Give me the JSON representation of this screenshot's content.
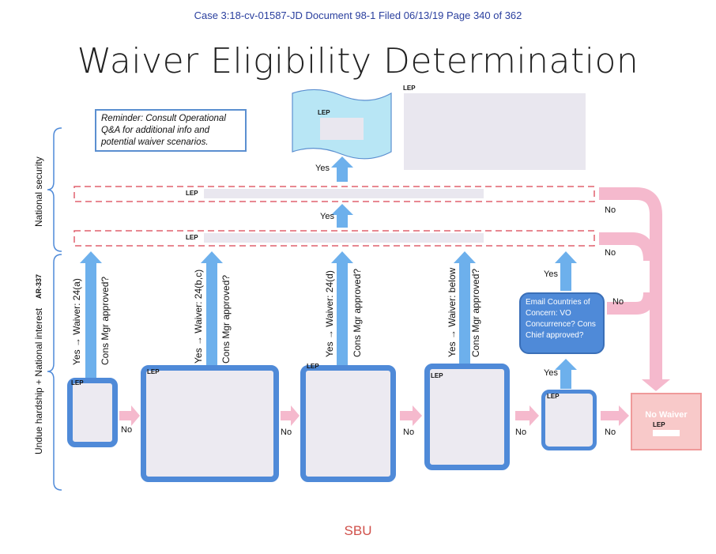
{
  "header": "Case 3:18-cv-01587-JD   Document 98-1   Filed 06/13/19   Page 340 of 362",
  "title": "Waiver Eligibility Determination",
  "reminder": "Reminder: Consult Operational Q&A for additional info and potential waiver scenarios.",
  "redaction_label": "LEP",
  "sections": {
    "national_security": "National security",
    "undue_hardship": "Undue hardship + National interest",
    "ar_stamp": "AR-337"
  },
  "yes": "Yes",
  "no": "No",
  "columns": [
    {
      "waiver": "Yes → Waiver: 24(a)",
      "approval": "Cons Mgr approved?"
    },
    {
      "waiver": "Yes → Waiver: 24(b,c)",
      "approval": "Cons Mgr approved?"
    },
    {
      "waiver": "Yes → Waiver: 24(d)",
      "approval": "Cons Mgr approved?"
    },
    {
      "waiver": "Yes → Waiver: below",
      "approval": "Cons Mgr approved?"
    }
  ],
  "email_box": "Email Countries of Concern: VO Concurrence? Cons Chief approved?",
  "no_waiver": "No Waiver",
  "footer": "SBU",
  "colors": {
    "blue": "#4f8ad8",
    "arrow_blue": "#6db0ec",
    "pink": "#f5b9cd",
    "dash_red": "#e0606e",
    "wave": "#b8e6f5"
  }
}
